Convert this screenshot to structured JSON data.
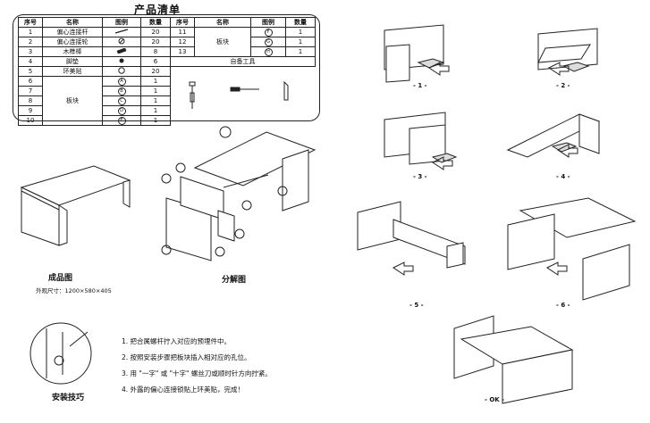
{
  "title": "产品清单",
  "table": {
    "headers": [
      "序号",
      "名称",
      "图例",
      "数量",
      "序号",
      "名称",
      "图例",
      "数量"
    ],
    "left_rows": [
      {
        "no": "1",
        "name": "偏心连接杆",
        "icon": "screw-icon",
        "qty": "20"
      },
      {
        "no": "2",
        "name": "偏心连接轮",
        "icon": "cam-icon",
        "qty": "20"
      },
      {
        "no": "3",
        "name": "木榫棒",
        "icon": "dowel-icon",
        "qty": "8"
      },
      {
        "no": "4",
        "name": "脚垫",
        "icon": "foot-pad-icon",
        "qty": "6"
      },
      {
        "no": "5",
        "name": "环美贴",
        "icon": "sticker-icon",
        "qty": "20"
      },
      {
        "no": "6",
        "name": "",
        "icon": "A",
        "qty": "1"
      },
      {
        "no": "7",
        "name": "",
        "icon": "B",
        "qty": "1"
      },
      {
        "no": "8",
        "name": "",
        "icon": "C",
        "qty": "1"
      },
      {
        "no": "9",
        "name": "",
        "icon": "D",
        "qty": "1"
      },
      {
        "no": "10",
        "name": "",
        "icon": "E",
        "qty": "1"
      }
    ],
    "board_label": "板块",
    "right_rows": [
      {
        "no": "11",
        "icon": "F",
        "qty": "1"
      },
      {
        "no": "12",
        "icon": "G",
        "qty": "1"
      },
      {
        "no": "13",
        "icon": "H",
        "qty": "1"
      }
    ],
    "self_tools": "自备工具"
  },
  "captions": {
    "product": "成品图",
    "dimensions": "外观尺寸：1200×580×405",
    "exploded": "分解图",
    "tips": "安装技巧"
  },
  "instructions": [
    "1. 把合属螺杆拧入对应的预埋件中。",
    "2. 按照安装步骤把板块插入相对应的孔位。",
    "3. 用 \"一字\" 或 \"十字\" 螺丝刀或顺时针方向拧紧。",
    "4. 外露的偏心连接锁贴上环美贴，完成！"
  ],
  "steps": [
    "- 1 -",
    "- 2 -",
    "- 3 -",
    "- 4 -",
    "- 5 -",
    "- 6 -",
    "- OK -"
  ],
  "part_letters": [
    "A",
    "B",
    "C",
    "D",
    "E",
    "F",
    "G",
    "H"
  ]
}
